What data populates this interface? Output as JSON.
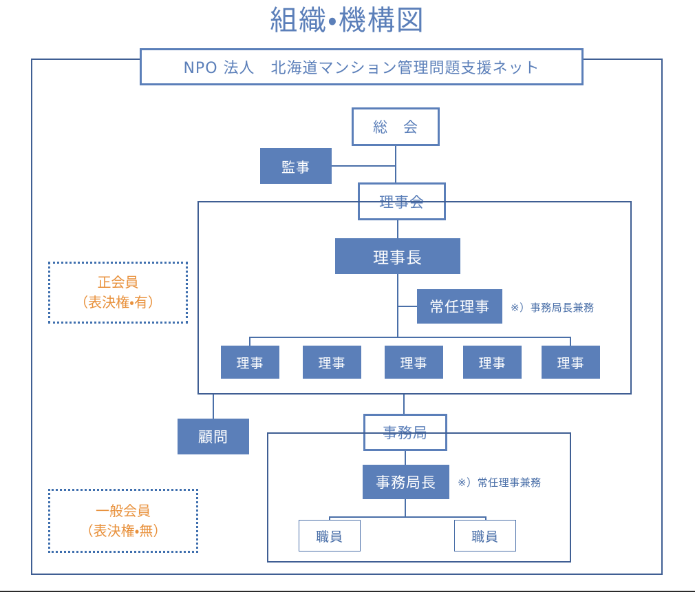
{
  "page": {
    "title": "組織・機構図"
  },
  "header": {
    "org_name": "NPO 法人　北海道マンション管理問題支援ネット"
  },
  "nodes": {
    "general_meeting": "総　会",
    "auditor": "監事",
    "board_of_directors": "理事会",
    "chairman": "理事長",
    "standing_director": "常任理事",
    "director_1": "理事",
    "director_2": "理事",
    "director_3": "理事",
    "director_4": "理事",
    "director_5": "理事",
    "advisor": "顧問",
    "secretariat": "事務局",
    "secretary_general": "事務局長",
    "staff_1": "職員",
    "staff_2": "職員"
  },
  "notes": {
    "standing_director_note": "※）事務局長兼務",
    "secretary_general_note": "※）常任理事兼務"
  },
  "membership": {
    "regular": {
      "line1": "正会員",
      "line2": "（表決権・有）"
    },
    "general": {
      "line1": "一般会員",
      "line2": "（表決権・無）"
    }
  },
  "colors": {
    "brand_blue": "#5B7FB9",
    "frame_blue": "#3F5E93",
    "line_blue": "#4A6FA8",
    "accent_orange": "#E8913C",
    "box_text_white": "#FFFFFF",
    "background": "#FFFFFF"
  }
}
